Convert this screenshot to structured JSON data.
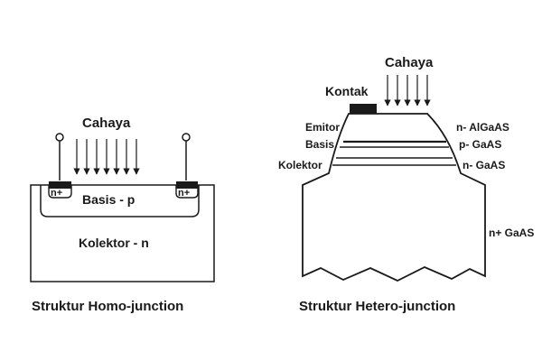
{
  "homo": {
    "light_label": "Cahaya",
    "contact_left": "n+",
    "contact_right": "n+",
    "base_label": "Basis - p",
    "collector_label": "Kolektor - n",
    "caption": "Struktur Homo-junction"
  },
  "hetero": {
    "light_label": "Cahaya",
    "contact_label": "Kontak",
    "layers": [
      {
        "name": "Emitor",
        "material": "n- AlGaAS"
      },
      {
        "name": "Basis",
        "material": "p- GaAS"
      },
      {
        "name": "Kolektor",
        "material": "n- GaAS"
      }
    ],
    "substrate_material": "n+ GaAS",
    "caption": "Struktur Hetero-junction"
  },
  "colors": {
    "ink": "#1a1a1a",
    "contact_fill": "#1a1a1a",
    "background": "#ffffff"
  },
  "icons": [
    "down-arrow-icon",
    "terminal-circle-icon"
  ]
}
